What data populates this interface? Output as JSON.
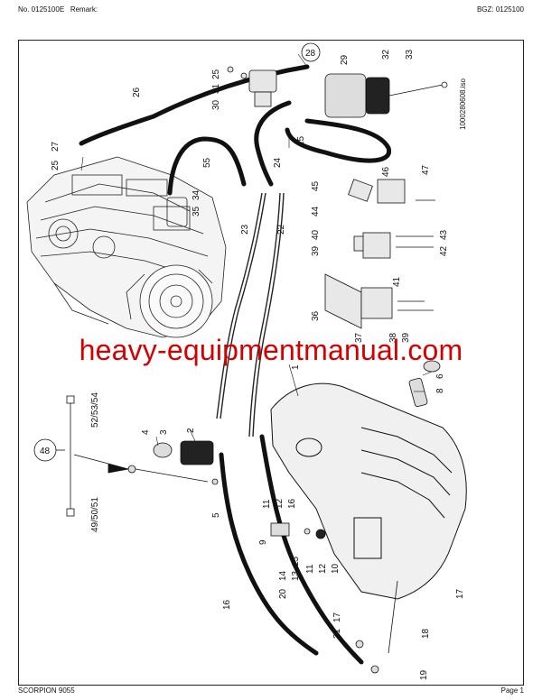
{
  "header": {
    "doc_no": "No. 0125100E",
    "remark": "Remark:",
    "bgz": "BGZ: 0125100"
  },
  "footer": {
    "model": "SCORPION 9055",
    "page": "Page 1"
  },
  "drawing_id": "1000280608.iso",
  "watermark": "heavy-equipmentmanual.com",
  "callouts": {
    "c48": "48",
    "c28": "28"
  },
  "labels": {
    "l26": "26",
    "l25a": "25",
    "l27": "27",
    "l30": "30",
    "l31": "31",
    "l25b": "25",
    "l29": "29",
    "l32": "32",
    "l33": "33",
    "l25c": "25",
    "l24": "24",
    "l55": "55",
    "l35": "35",
    "l34": "34",
    "l23": "23",
    "l22": "22",
    "l45": "45",
    "l46": "46",
    "l47": "47",
    "l44": "44",
    "l39a": "39",
    "l40": "40",
    "l42": "42",
    "l43": "43",
    "l41": "41",
    "l36": "36",
    "l37": "37",
    "l38": "38",
    "l39b": "39",
    "l1": "1",
    "l6": "6",
    "l8": "8",
    "l4": "4",
    "l3": "3",
    "l2": "2",
    "l5": "5",
    "l52": "52/53/54",
    "l49": "49/50/51",
    "l11a": "11",
    "l12a": "12",
    "l16a": "16",
    "l9": "9",
    "l13": "13",
    "l15": "15",
    "l14": "14",
    "l20": "20",
    "l11b": "11",
    "l12b": "12",
    "l10": "10",
    "l17a": "17",
    "l16b": "16",
    "l21": "21",
    "l17b": "17",
    "l18": "18",
    "l19": "19"
  }
}
